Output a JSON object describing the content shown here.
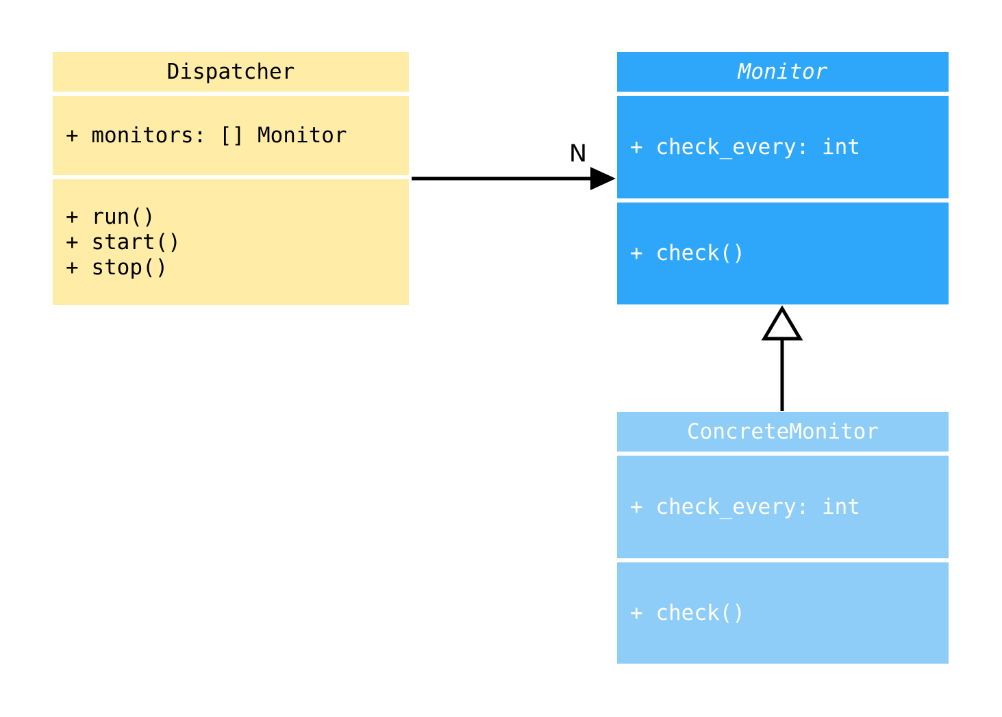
{
  "diagram": {
    "background_color": "#FFFFFF",
    "connector_color": "#000000",
    "classes": [
      {
        "name": "Dispatcher",
        "abstract": false,
        "attributes": [
          "+ monitors: [] Monitor"
        ],
        "methods": [
          "+ run()",
          "+ start()",
          "+ stop()"
        ],
        "fill_color": "#FEECA7",
        "text_color": "#000000"
      },
      {
        "name": "Monitor",
        "abstract": true,
        "attributes": [
          "+ check_every: int"
        ],
        "methods": [
          "+ check()"
        ],
        "fill_color": "#2EA7FA",
        "text_color": "#FFFFFF"
      },
      {
        "name": "ConcreteMonitor",
        "abstract": false,
        "attributes": [
          "+ check_every: int"
        ],
        "methods": [
          "+ check()"
        ],
        "fill_color": "#8ECDF8",
        "text_color": "#FFFFFF"
      }
    ],
    "relationships": [
      {
        "type": "association",
        "from": "Dispatcher",
        "to": "Monitor",
        "multiplicity_label": "N"
      },
      {
        "type": "inheritance",
        "from": "ConcreteMonitor",
        "to": "Monitor",
        "multiplicity_label": ""
      }
    ]
  }
}
